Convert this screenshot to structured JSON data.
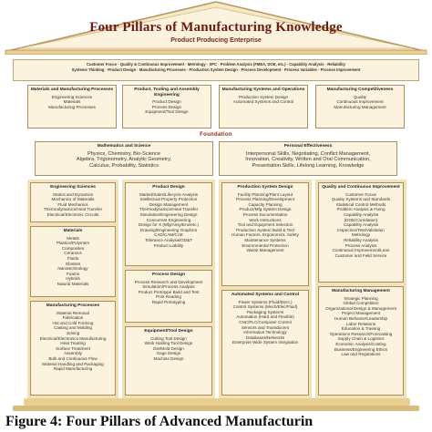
{
  "title": "Four Pillars of Manufacturing Knowledge",
  "subtitle": "Product Producing Enterprise",
  "banner_lines": [
    "Customer Focus · Quality & Continuous Improvement · Metrology · SPC · Problem Analysis (FMEA, DOE, etc.) · Capability Analysis · Reliability",
    "Systems Thinking · Product Design · Manufacturing Processes · Production System Design · Process Development · Process Variables · Process Improvement"
  ],
  "top_boxes": [
    {
      "heading": "Materials and Manufacturing Processes",
      "items": [
        "Engineering Sciences",
        "Materials",
        "Manufacturing Processes"
      ]
    },
    {
      "heading": "Product, Tooling and Assembly Engineering",
      "items": [
        "Product Design",
        "Process Design",
        "Equipment/Tool Design"
      ]
    },
    {
      "heading": "Manufacturing Systems and Operations",
      "items": [
        "Production System Design",
        "Automated Systems and Control"
      ]
    },
    {
      "heading": "Manufacturing Competitiveness",
      "items": [
        "Quality",
        "Continuous Improvement",
        "Manufacturing Management"
      ]
    }
  ],
  "foundation_label": "Foundation",
  "foundation_boxes": [
    {
      "heading": "Mathematics and Science",
      "items": [
        "Physics, Chemistry, Bio-Science",
        "Algebra, Trigonometry, Analytic Geometry,",
        "Calculus, Probability, Statistics"
      ]
    },
    {
      "heading": "Personal Effectiveness",
      "items": [
        "Interpersonal Skills, Negotiating, Conflict Management,",
        "Innovation, Creativity, Written and Oral Communication,",
        "Presentation Skills, Lifelong Learning, Knowledge"
      ]
    }
  ],
  "columns": [
    [
      {
        "heading": "Engineering Sciences",
        "items": [
          "Statics and Dynamics",
          "Mechanics of Materials",
          "Fluid Mechanics",
          "Thermodynamics/Heat Transfer",
          "Electrical/Electronic Circuits"
        ]
      },
      {
        "heading": "Materials",
        "items": [
          "Metals",
          "Plastics/Polymers",
          "Composites",
          "Ceramics",
          "Fluids",
          "Glasses",
          "Nanotechnology",
          "Foams",
          "Hybrids",
          "Natural Materials"
        ]
      },
      {
        "heading": "Manufacturing Processes",
        "items": [
          "Material Removal",
          "Fabrication",
          "Hot and Cold Forming",
          "Casting and Molding",
          "Joining",
          "Electrical/Electronics Manufacturing",
          "Heat Treating",
          "Surface Treatment",
          "Assembly",
          "Bulk and Continuous Flow",
          "Material Handling and Packaging",
          "Rapid Manufacturing"
        ]
      }
    ],
    [
      {
        "heading": "Product Design",
        "items": [
          "Market/Sales/Lifecycle Analysis",
          "Intellectual Property Protection",
          "Design Management",
          "Thermodynamics/Heat Transfer",
          "Simulation/Engineering Design",
          "Concurrent Engineering",
          "Design for X (Mfg/Assy/Env/etc.)",
          "Drawing/Engineering Graphics",
          "CAD/CAM/CAE",
          "Tolerance Analysis/GD&T",
          "Product Liability"
        ]
      },
      {
        "heading": "Process Design",
        "items": [
          "Process Research and Development",
          "Simulation/Process Analysis",
          "Product Prototype Build and Test",
          "Print Reading",
          "Rapid Prototyping"
        ]
      },
      {
        "heading": "Equipment/Tool Design",
        "items": [
          "Cutting Tool Design",
          "Work Holding Tool Design",
          "Die/Mold Design",
          "Gage Design",
          "Machine Design"
        ]
      }
    ],
    [
      {
        "heading": "Production System Design",
        "items": [
          "Facility Planning/Plant Layout",
          "Process Planning/Development",
          "Capacity Planning",
          "Product/Mfg System Design",
          "Process Documentation",
          "Work Instructions",
          "Tool and Equipment Selection",
          "Production System Build & Test",
          "Human Factors, Ergonomics, Safety",
          "Maintenance Systems",
          "Environmental Protection",
          "Waste Management"
        ]
      },
      {
        "heading": "Automated Systems and Control",
        "items": [
          "Power Systems (Fluid/Elect.)",
          "Control Systems (Mech/Elec/Fluid)",
          "Packaging Systems",
          "Automation (Hard and Flexible)",
          "CNC/PLC/Computer Control",
          "Sensors and Transducers",
          "Information Technology",
          "Databases/Networks",
          "Enterprise Wide System Integration"
        ]
      }
    ],
    [
      {
        "heading": "Quality and Continuous Improvement",
        "items": [
          "Customer Focus",
          "Quality Systems and Standards",
          "Statistical Control Methods",
          "Problem Analysis & Fixing",
          "Capability Analysis",
          "(DOE/Correlation)",
          "Capability Analysis",
          "Inspection/Test/Validation",
          "Metrology",
          "Reliability Analysis",
          "Process Analysis",
          "Continuous Improvement/Lean",
          "Customer and Field Service"
        ]
      },
      {
        "heading": "Manufacturing Management",
        "items": [
          "Strategic Planning",
          "Global Competition",
          "Organizational Design & Management",
          "Project Management",
          "Human Behavior/Leadership",
          "Labor Relations",
          "Education & Training",
          "Operations Research/Forecasting",
          "Supply Chain & Logistics",
          "Economic Analysis/Costing",
          "Business/Engineering Ethics",
          "Law and Regulations"
        ]
      }
    ]
  ],
  "caption": "Figure 4: Four Pillars of Advanced Manufacturin",
  "colors": {
    "title": "#6b1a12",
    "panel": "#fbf3dd",
    "border": "#a88e5c",
    "column": "#f3e1b8"
  }
}
